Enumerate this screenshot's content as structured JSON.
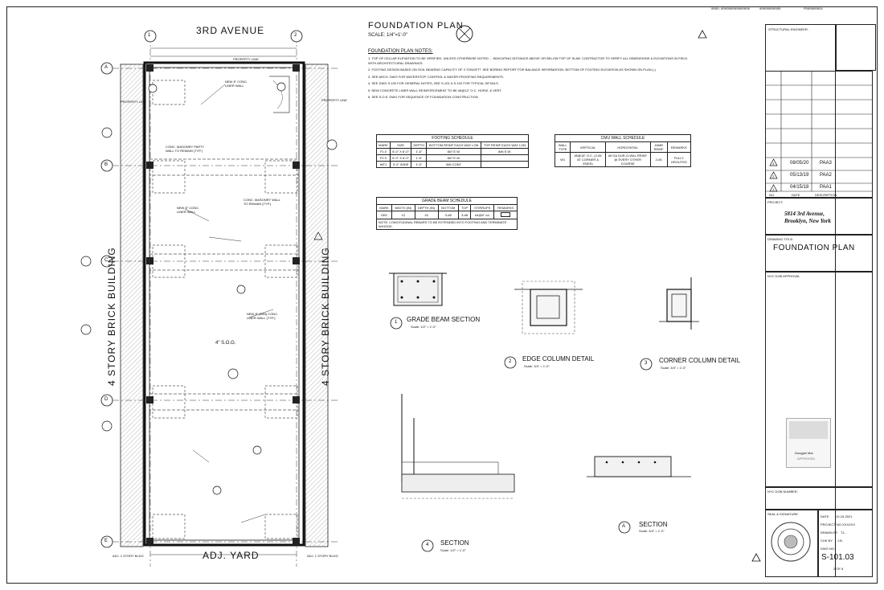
{
  "header": {
    "top_codes": [
      "0000-000000000000000",
      "00000000000",
      "P000000001"
    ]
  },
  "plan": {
    "street_top": "3RD AVENUE",
    "street_bottom": "ADJ. YARD",
    "side_left": "4 STORY BRICK BUILDING",
    "side_right": "4 STORY BRICK BUILDING",
    "property_line": "PROPERTY LINE",
    "grid_numbers": [
      "1",
      "2"
    ],
    "grid_letters": [
      "A",
      "B",
      "C",
      "D",
      "E"
    ],
    "note_top": "NEW 8\" CONC. LINER WALL",
    "note_fnd1": "CONC. MASONRY PARTY WALL TO REMAIN (TYP.)",
    "note_fnd2": "NEW 8\" CONC. LINER WALL",
    "note_fnd3": "NEW 8\" (MIN) CONC. LINER WALL (TYP.)",
    "note_fnd4": "CONC. MASONRY WALL TO REMAIN (TYP.)",
    "note_sog": "4\" S.O.G.",
    "note_bottom_left": "ADJ. 1 STORY BLDG",
    "note_bottom_right": "ADJ. 1 STORY BLDG"
  },
  "notes": {
    "title": "FOUNDATION PLAN",
    "scale": "SCALE: 1/4\"=1'-0\"",
    "heading": "FOUNDATION PLAN NOTES:",
    "items": [
      "1. TOP OF CELLAR ELEVATION TO BE VERIFIED, UNLESS OTHERWISE NOTED ... INDICATING DISTANCE ABOVE OR BELOW TOP OF SLAB. CONTRACTOR TO VERIFY ALL DIMENSIONS & ELEVATIONS IN FIELD WITH ARCHITECTURAL DRAWINGS.",
      "2. FOOTING DESIGN BASED ON SOIL BEARING CAPACITY OF 3 TONS/FT². SEE BORING REPORT FOR BALANCE INFORMATION. BOTTOM OF FOOTING ELEVATION AS SHOWN ON PLAN (-).",
      "3. SEE ARCH. DWG FOR WATERSTOP, CONTROL & WATER PROOFING REQUIREMENTS.",
      "4. SEE DWG S-100 FOR GENERAL NOTES, SEE S-101 & S-102 FOR TYPICAL DETAILS.",
      "5. NEW CONCRETE LINER WALL REINFORCEMENT TO BE #5@12\" O.C. HORIZ. & VERT.",
      "6. SEE S.O.E. DWG FOR SEQUENCE OF FOUNDATION CONSTRUCTION"
    ]
  },
  "footing_schedule": {
    "title": "FOOTING SCHEDULE",
    "headers": [
      "MARK",
      "SIZE",
      "DEPTH",
      "BOTTOM REINF EACH WAY LON",
      "TOP REINF EACH WAY LON"
    ],
    "rows": [
      [
        "F1.0",
        "6'-0\" X 6'-0\"",
        "1'-6\"",
        "8#7 E.W.",
        "8#6 E.W."
      ],
      [
        "F2.0",
        "6'-0\" X 6'-0\"",
        "1'-6\"",
        "8#7 E.W.",
        ""
      ],
      [
        "WF1",
        "3'-0\" WIDE",
        "1'-0\"",
        "3#5 CONT.",
        ""
      ]
    ]
  },
  "cmu_schedule": {
    "title": "CMU WALL SCHEDULE",
    "headers": [
      "WALL TYPE",
      "VERTICAL",
      "HORIZONTAL",
      "JAMB REINF",
      "REMARKS"
    ],
    "rows": [
      [
        "W1",
        "#5@16\" O.C. (2-#5 AT CORNER & ENDS)",
        "#9 GA DUR-O-WAL REINF. @ EVERY OTHER COURSE",
        "2-#5",
        "FULLY GROUTED"
      ]
    ]
  },
  "grade_beam_schedule": {
    "title": "GRADE BEAM SCHEDULE",
    "headers": [
      "MARK",
      "WIDTH (IN)",
      "DEPTH (IN)",
      "BOTTOM",
      "TOP",
      "STIRRUPS",
      "REMARKS"
    ],
    "rows": [
      [
        "GB1",
        "12",
        "24",
        "3-#8",
        "3-#8",
        "#4@6\" c/c",
        ""
      ]
    ],
    "note": "NOTE: LONGITUDINAL REBARS TO BE EXTENDED INTO FOOTING AND TERMINATE W/HOOK."
  },
  "details": [
    {
      "num": "1",
      "label": "GRADE BEAM SECTION",
      "scale": "Scale: 1/2\" = 1'-0\""
    },
    {
      "num": "2",
      "label": "EDGE COLUMN DETAIL",
      "scale": "Scale: 3/4\" = 1'-0\""
    },
    {
      "num": "3",
      "label": "CORNER COLUMN DETAIL",
      "scale": "Scale: 3/4\" = 1'-0\""
    },
    {
      "num": "4",
      "label": "SECTION",
      "scale": "Scale: 1/2\" = 1'-0\""
    },
    {
      "num": "A",
      "label": "SECTION",
      "scale": "Scale: 3/4\" = 1'-0\""
    }
  ],
  "title_block": {
    "structural_engineer": "STRUCTURAL ENGINEER:",
    "revisions": [
      {
        "num": "3",
        "date": "08/05/20",
        "desc": "PAA3"
      },
      {
        "num": "2",
        "date": "05/13/19",
        "desc": "PAA2"
      },
      {
        "num": "1",
        "date": "04/15/18",
        "desc": "PAA1"
      }
    ],
    "rev_headers": [
      "NO.",
      "DATE",
      "DESCRIPTION"
    ],
    "project_label": "PROJECT:",
    "address_line1": "5814 3rd Avenue,",
    "address_line2": "Brooklyn, New York",
    "drawing_title_label": "DRAWING TITLE:",
    "drawing_title": "FOUNDATION PLAN",
    "dob_label": "NYC DOB APPROVAL",
    "stamp_name": "Dongpin Mai",
    "stamp_status": "APPROVED",
    "nyc_dob_label": "NYC DOB NUMBER:",
    "seal_label": "SEAL & SIGNATURE",
    "date_label": "DATE",
    "date_val": "10-15-2021",
    "project_no_label": "PROJECT NO.",
    "project_no_val": "XXXXXX",
    "drawn_label": "DRAWN BY",
    "drawn_val": "T.L.",
    "chk_label": "CHK BY",
    "chk_val": "J.B.",
    "dwg_no_label": "DWG NO.",
    "dwg_no": "S-101.03",
    "sheet_of": "2 OF 8"
  }
}
